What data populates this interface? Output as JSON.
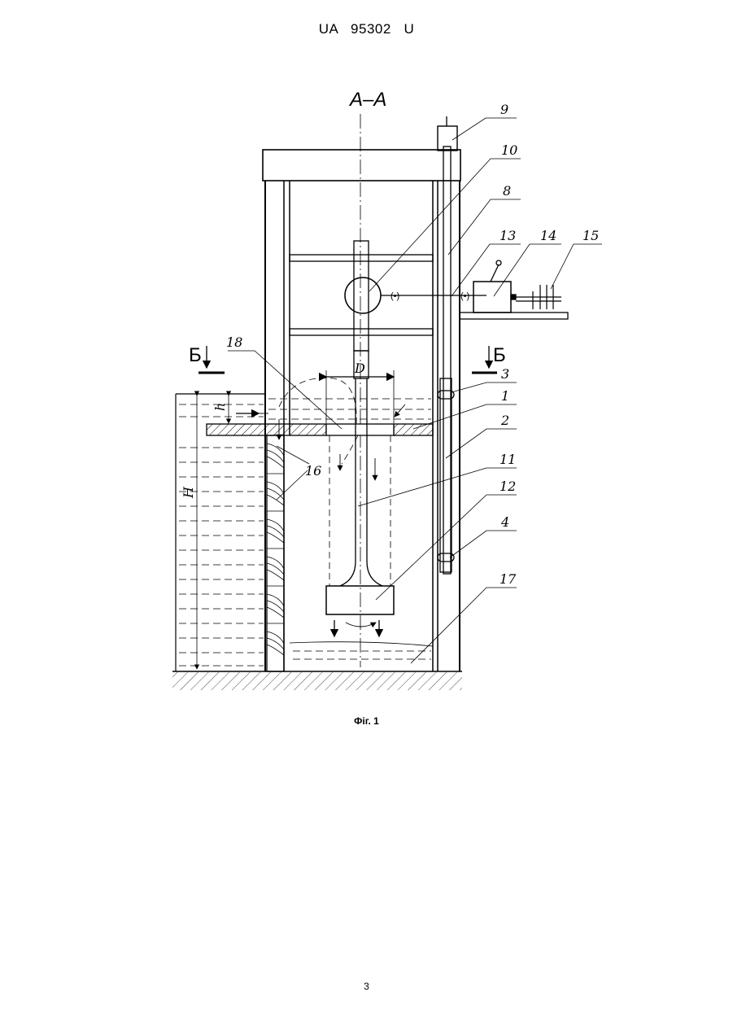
{
  "header": {
    "doc_number": "UA   95302   U"
  },
  "drawing": {
    "section_label": "A–A",
    "cut_marker": "Б",
    "dimensions": {
      "height": "H",
      "level": "h",
      "diameter": "D"
    },
    "callouts": {
      "c1": "1",
      "c2": "2",
      "c3": "3",
      "c4": "4",
      "c8": "8",
      "c9": "9",
      "c10": "10",
      "c11": "11",
      "c12": "12",
      "c13": "13",
      "c14": "14",
      "c15": "15",
      "c16": "16",
      "c17": "17",
      "c18": "18"
    }
  },
  "caption": "Фіг. 1",
  "page_number": "3"
}
